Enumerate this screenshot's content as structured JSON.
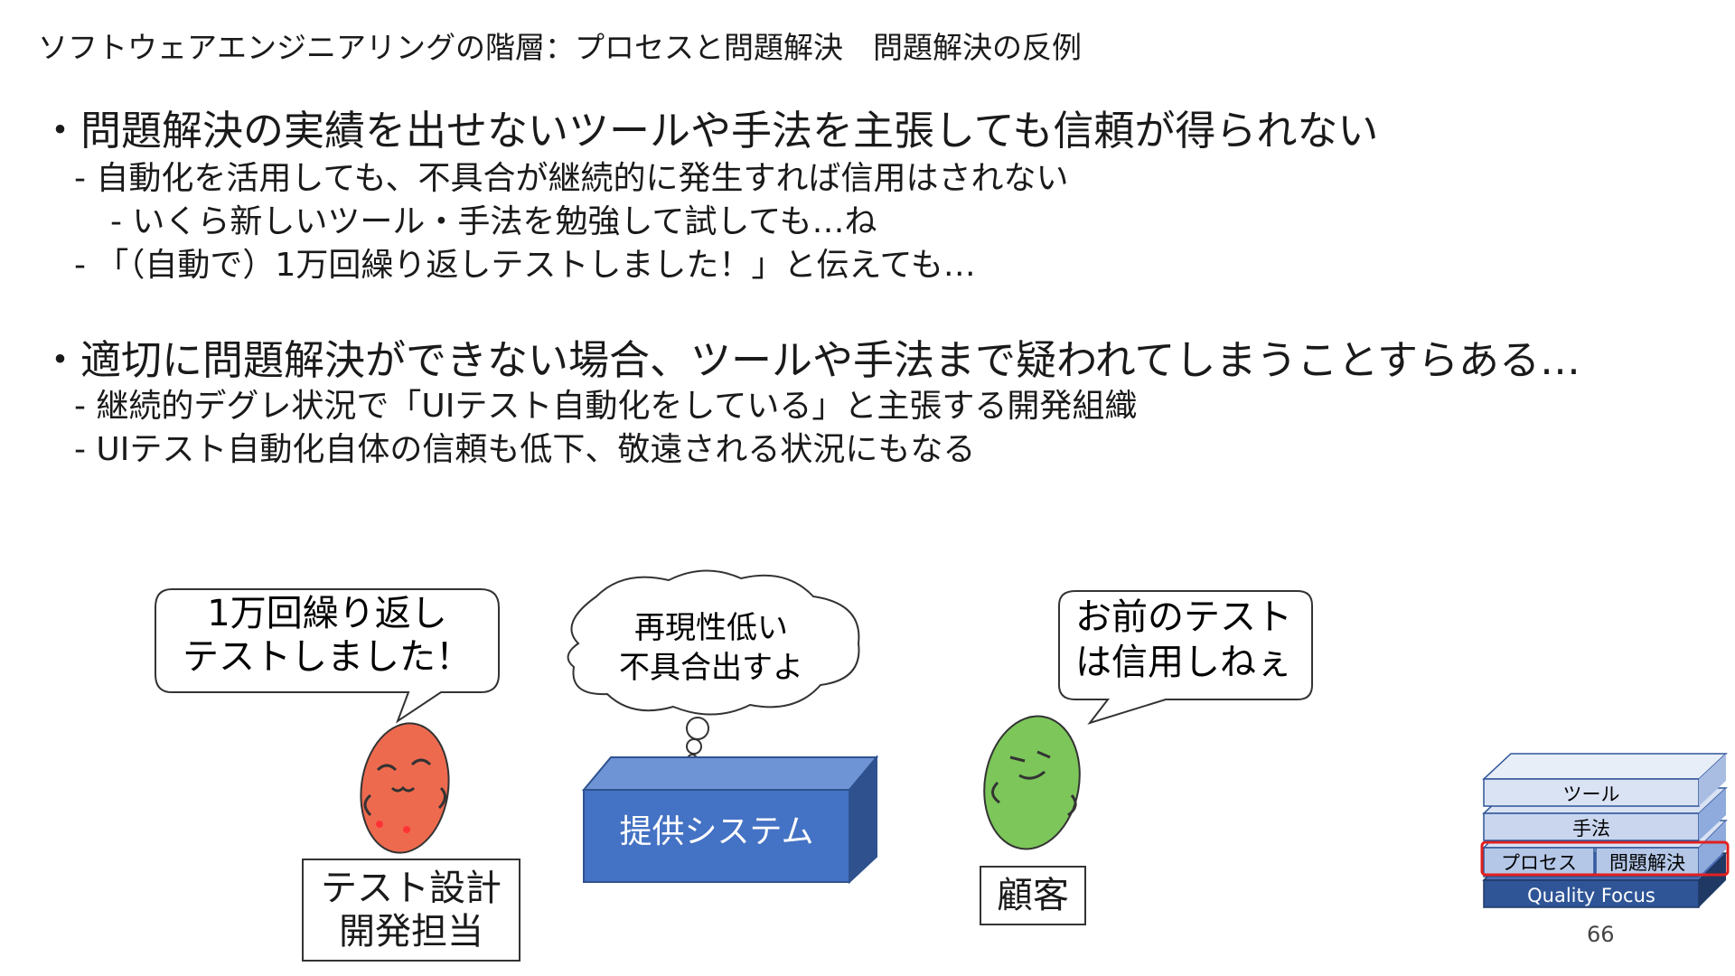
{
  "slide": {
    "title": "ソフトウェアエンジニアリングの階層：プロセスと問題解決　問題解決の反例",
    "page_number": "66"
  },
  "bullets": {
    "b1": {
      "text": "・問題解決の実績を出せないツールや手法を主張しても信頼が得られない",
      "sub1": "- 自動化を活用しても、不具合が継続的に発生すれば信用はされない",
      "sub1_1": "- いくら新しいツール・手法を勉強して試しても…ね",
      "sub2": "- 「（自動で）1万回繰り返しテストしました！」と伝えても…"
    },
    "b2": {
      "text": "・適切に問題解決ができない場合、ツールや手法まで疑われてしまうことすらある…",
      "sub1": "- 継続的デグレ状況で「UIテスト自動化をしている」と主張する開発組織",
      "sub2": "- UIテスト自動化自体の信頼も低下、敬遠される状況にもなる"
    }
  },
  "illustration": {
    "dev_speech": [
      "1万回繰り返し",
      "テストしました！"
    ],
    "system_thought": [
      "再現性低い",
      "不具合出すよ"
    ],
    "system_label": "提供システム",
    "customer_speech": [
      "お前のテスト",
      "は信用しねぇ"
    ],
    "dev_label": [
      "テスト設計",
      "開発担当"
    ],
    "customer_label": "顧客",
    "colors": {
      "developer": "#ee6a4f",
      "customer": "#7cc65a",
      "system": "#4472c4"
    }
  },
  "layers": {
    "tool": "ツール",
    "method": "手法",
    "process": "プロセス",
    "problem_solving": "問題解決",
    "quality_focus": "Quality Focus",
    "highlight_color": "#e02020"
  }
}
